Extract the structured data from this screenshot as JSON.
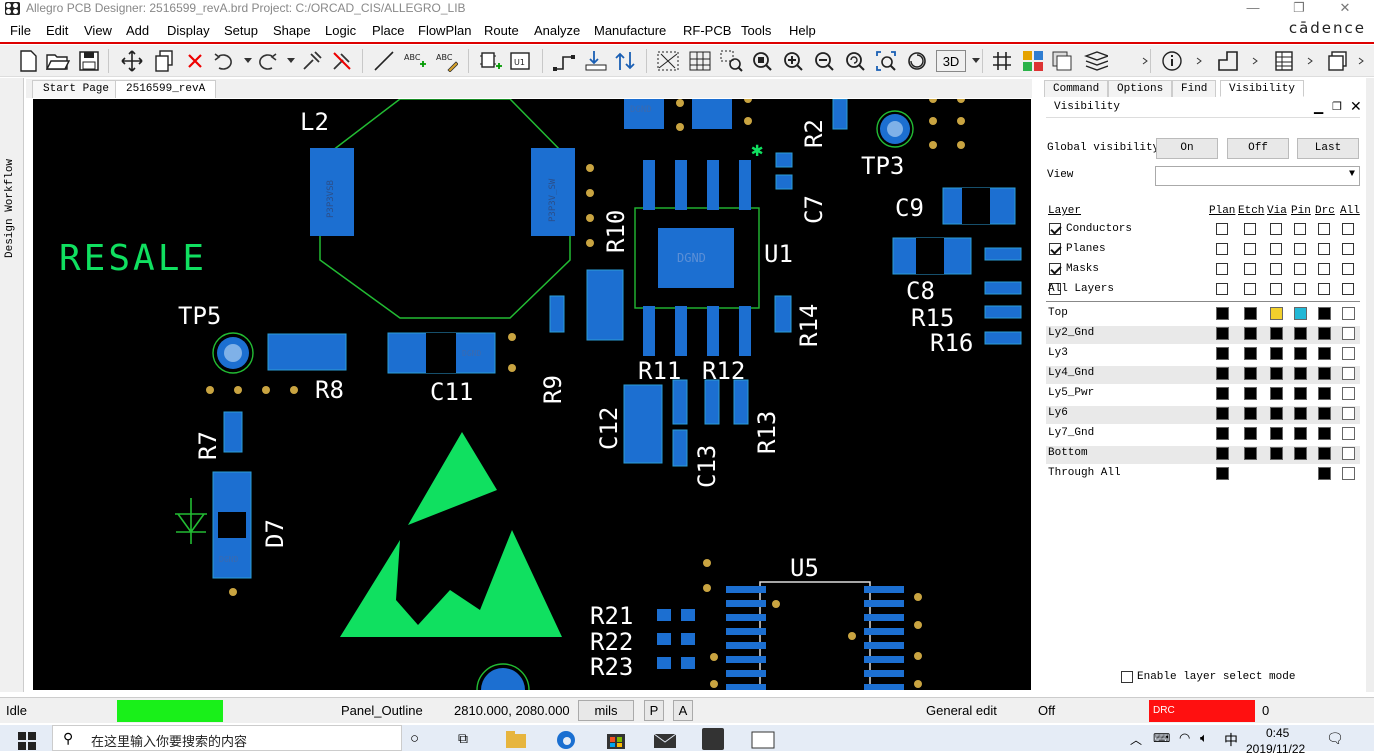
{
  "window": {
    "title": "Allegro PCB Designer: 2516599_revA.brd  Project: C:/ORCAD_CIS/ALLEGRO_LIB",
    "minimize": "—",
    "maximize": "❐",
    "close": "✕",
    "brand_logo": "cādence"
  },
  "menu": [
    "File",
    "Edit",
    "View",
    "Add",
    "Display",
    "Setup",
    "Shape",
    "Logic",
    "Place",
    "FlowPlan",
    "Route",
    "Analyze",
    "Manufacture",
    "RF-PCB",
    "Tools",
    "Help"
  ],
  "left_panel": {
    "label": "Design Workflow"
  },
  "doc_tabs": [
    {
      "label": "Start Page"
    },
    {
      "label": "2516599_revA"
    }
  ],
  "pcb": {
    "silkscreen": {
      "resale": "RESALE",
      "refdes": [
        "L2",
        "R2",
        "TP3",
        "C9",
        "R10",
        "C7",
        "U1",
        "C8",
        "R15",
        "R16",
        "R14",
        "TP5",
        "R8",
        "C11",
        "R9",
        "R11",
        "R12",
        "R7",
        "C12",
        "C13",
        "R13",
        "D7",
        "U5",
        "R21",
        "R22",
        "R23"
      ]
    },
    "net_labels": [
      "DGND",
      "DGND",
      "DGND",
      "DGND",
      "P3P3VSB",
      "P3P3V_SW"
    ]
  },
  "right_panel": {
    "tabs": [
      {
        "label": "Command"
      },
      {
        "label": "Options"
      },
      {
        "label": "Find"
      },
      {
        "label": "Visibility"
      }
    ],
    "panel_title": "Visibility",
    "global_visibility_label": "Global visibility",
    "global_buttons": [
      "On",
      "Off",
      "Last"
    ],
    "view_label": "View",
    "view_value": "",
    "columns": [
      "Plan",
      "Etch",
      "Via",
      "Pin",
      "Drc",
      "All"
    ],
    "layer_header": "Layer",
    "group_rows": [
      {
        "name": "Conductors",
        "checked": true
      },
      {
        "name": "Planes",
        "checked": true
      },
      {
        "name": "Masks",
        "checked": true
      },
      {
        "name": "All Layers",
        "checked": false
      }
    ],
    "layers": [
      {
        "name": "Top",
        "colors": [
          "#000000",
          "#000000",
          "#f2d02c",
          "#22b8d6",
          "#000000",
          "#ffffff"
        ]
      },
      {
        "name": "Ly2_Gnd",
        "colors": [
          "#000000",
          "#000000",
          "#000000",
          "#000000",
          "#000000",
          "#ffffff"
        ]
      },
      {
        "name": "Ly3",
        "colors": [
          "#000000",
          "#000000",
          "#000000",
          "#000000",
          "#000000",
          "#ffffff"
        ]
      },
      {
        "name": "Ly4_Gnd",
        "colors": [
          "#000000",
          "#000000",
          "#000000",
          "#000000",
          "#000000",
          "#ffffff"
        ]
      },
      {
        "name": "Ly5_Pwr",
        "colors": [
          "#000000",
          "#000000",
          "#000000",
          "#000000",
          "#000000",
          "#ffffff"
        ]
      },
      {
        "name": "Ly6",
        "colors": [
          "#000000",
          "#000000",
          "#000000",
          "#000000",
          "#000000",
          "#ffffff"
        ]
      },
      {
        "name": "Ly7_Gnd",
        "colors": [
          "#000000",
          "#000000",
          "#000000",
          "#000000",
          "#000000",
          "#ffffff"
        ]
      },
      {
        "name": "Bottom",
        "colors": [
          "#000000",
          "#000000",
          "#000000",
          "#000000",
          "#000000",
          "#ffffff"
        ]
      },
      {
        "name": "Through All",
        "colors": [
          "#000000",
          null,
          null,
          null,
          "#000000",
          "#ffffff"
        ]
      }
    ],
    "enable_layer_select_mode": "Enable layer select mode"
  },
  "status": {
    "state": "Idle",
    "active_class": "Panel_Outline",
    "coords": "2810.000, 2080.000",
    "units": "mils",
    "p_button": "P",
    "a_button": "A",
    "mode": "General edit",
    "off": "Off",
    "drc_label": "DRC",
    "drc_count": "0",
    "idle_color": "#19f019",
    "drc_color": "#ff1010"
  },
  "taskbar": {
    "search_placeholder": "在这里输入你要搜索的内容",
    "time": "0:45",
    "date": "2019/11/22",
    "ime": "中"
  }
}
